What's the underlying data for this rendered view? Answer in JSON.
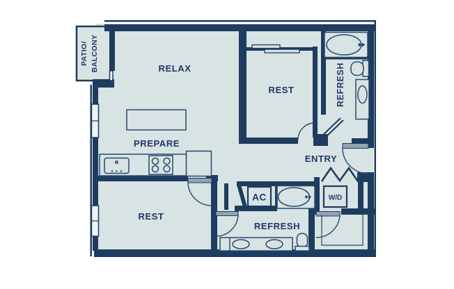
{
  "colors": {
    "bg": "#ffffff",
    "wall": "#1d3c5f",
    "floor": "#d8e3e3",
    "line": "#27496f",
    "leaf": "#91a4b4",
    "window": "#eef4f4",
    "text": "#21366b"
  },
  "rooms": {
    "patio_line1": "PATIO/",
    "patio_line2": "BALCONY",
    "relax": "RELAX",
    "rest_top": "REST",
    "refresh_top": "REFRESH",
    "prepare": "PREPARE",
    "entry": "ENTRY",
    "rest_bottom": "REST",
    "ac": "AC",
    "wd": "W/D",
    "refresh_bottom": "REFRESH"
  }
}
